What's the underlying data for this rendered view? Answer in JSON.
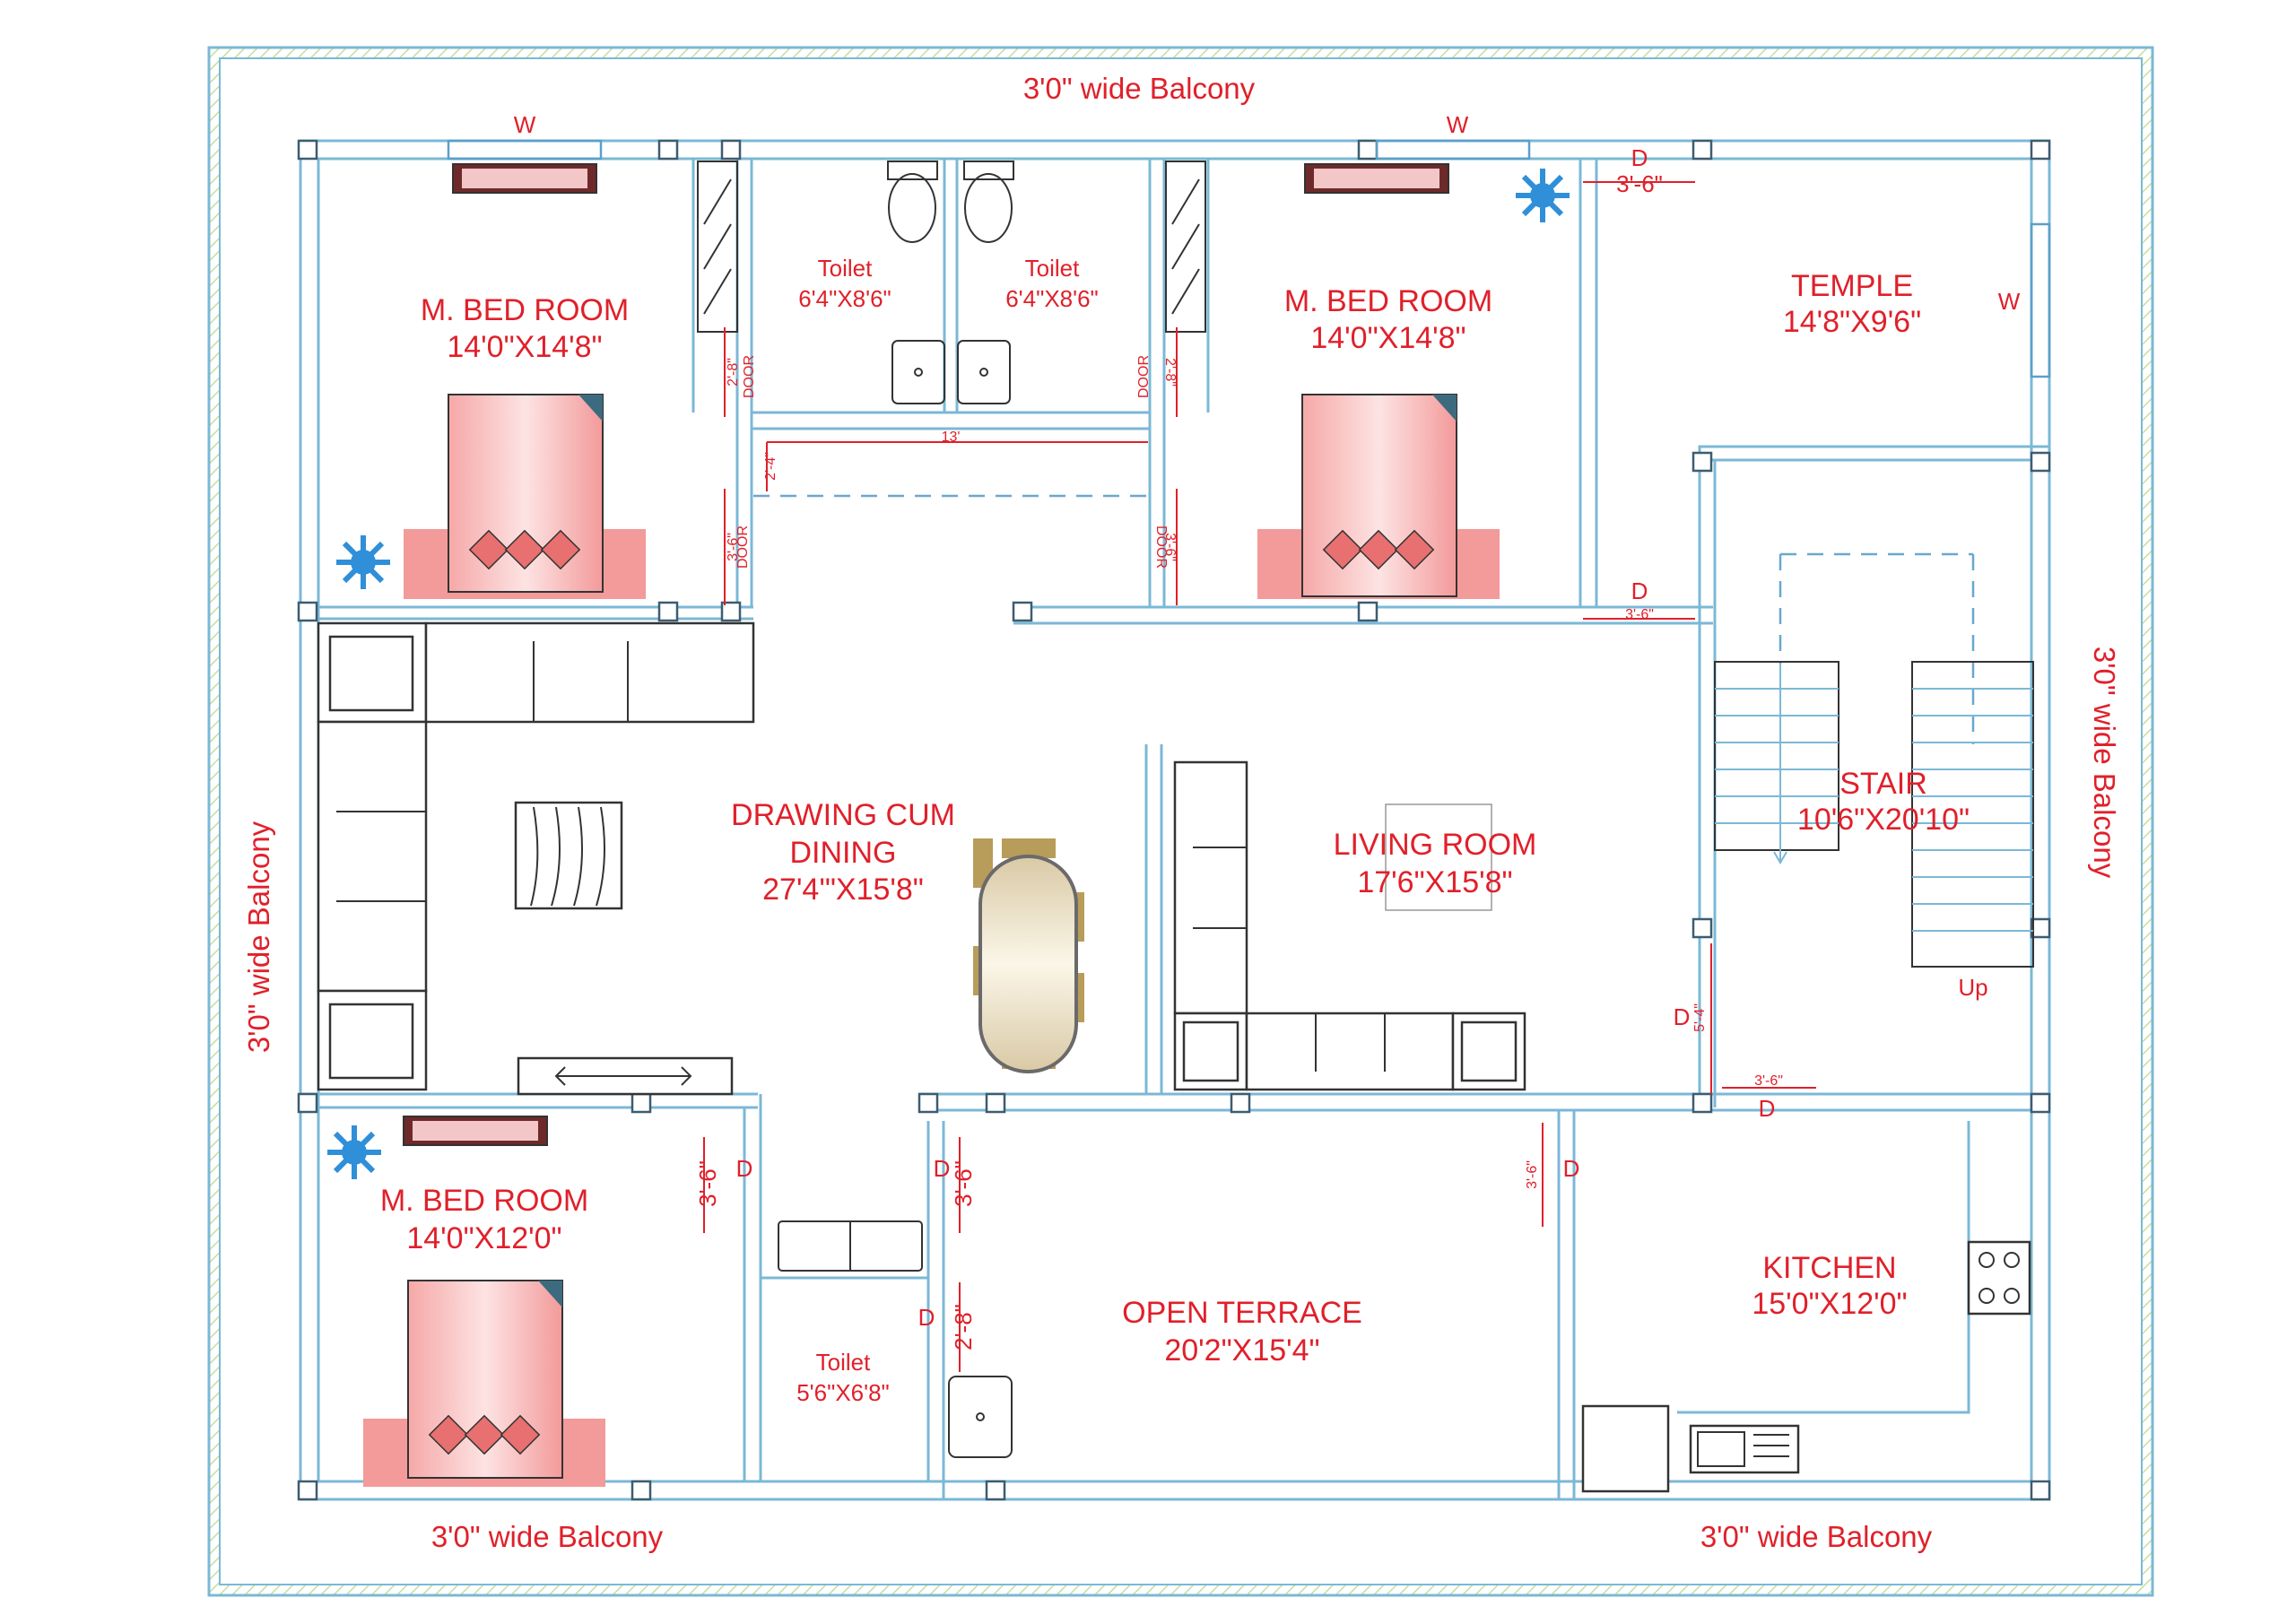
{
  "balconies": {
    "top": "3'0\" wide Balcony",
    "left": "3'0\" wide Balcony",
    "right": "3'0\" wide Balcony",
    "bottom_left": "3'0\" wide Balcony",
    "bottom_right": "3'0\" wide Balcony"
  },
  "rooms": {
    "bed1": {
      "name": "M. BED ROOM",
      "size": "14'0\"X14'8\""
    },
    "bed2": {
      "name": "M. BED ROOM",
      "size": "14'0\"X14'8\""
    },
    "bed3": {
      "name": "M. BED ROOM",
      "size": "14'0\"X12'0\""
    },
    "toilet1": {
      "name": "Toilet",
      "size": "6'4\"X8'6\""
    },
    "toilet2": {
      "name": "Toilet",
      "size": "6'4\"X8'6\""
    },
    "toilet3": {
      "name": "Toilet",
      "size": "5'6\"X6'8\""
    },
    "temple": {
      "name": "TEMPLE",
      "size": "14'8\"X9'6\""
    },
    "drawing": {
      "line1": "DRAWING CUM",
      "line2": "DINING",
      "size": "27'4'\"X15'8\""
    },
    "living": {
      "name": "LIVING ROOM",
      "size": "17'6\"X15'8\""
    },
    "stair": {
      "name": "STAIR",
      "size": "10'6\"X20'10\"",
      "up": "Up"
    },
    "terrace": {
      "name": "OPEN TERRACE",
      "size": "20'2\"X15'4\""
    },
    "kitchen": {
      "name": "KITCHEN",
      "size": "15'0\"X12'0\""
    }
  },
  "markers": {
    "window": "W",
    "door": "D",
    "door_text": "DOOR"
  },
  "dimensions": {
    "d_3_6": "3'-6\"",
    "d_2_8": "2'-8\"",
    "d_2_4": "2'-4\"",
    "d_13": "13'",
    "d_5_4": "5'-4\""
  }
}
